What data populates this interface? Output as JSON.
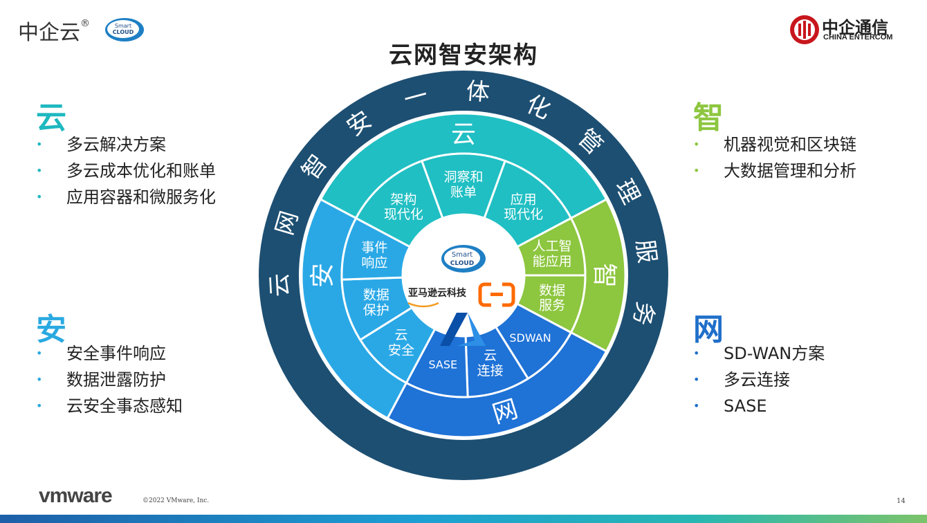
{
  "header": {
    "brand_text": "中企云",
    "brand_reg": "®",
    "smart_logo": {
      "line1": "Smart",
      "line2": "CLOUD"
    },
    "title": "云网智安架构",
    "ce_cn": "中企通信",
    "ce_en": "CHINA ENTERCOM"
  },
  "sections": {
    "cloud": {
      "head": "云",
      "items": [
        "多云解决方案",
        "多云成本优化和账单",
        "应用容器和微服务化"
      ]
    },
    "zhi": {
      "head": "智",
      "items": [
        "机器视觉和区块链",
        "大数据管理和分析"
      ]
    },
    "an": {
      "head": "安",
      "items": [
        "安全事件响应",
        "数据泄露防护",
        "云安全事态感知"
      ]
    },
    "wang": {
      "head": "网",
      "items": [
        "SD-WAN方案",
        "多云连接",
        "SASE"
      ]
    }
  },
  "diagram": {
    "outer_ring_chars": [
      "云",
      "网",
      "智",
      "安",
      "一",
      "体",
      "化",
      "管",
      "理",
      "服",
      "务"
    ],
    "sectors": {
      "cloud": "云",
      "zhi": "智",
      "an": "安",
      "wang": "网"
    },
    "segments": {
      "s1": [
        "架构",
        "现代化"
      ],
      "s2": [
        "洞察和",
        "账单"
      ],
      "s3": [
        "应用",
        "现代化"
      ],
      "s4": [
        "人工智",
        "能应用"
      ],
      "s5": [
        "数据",
        "服务"
      ],
      "s6": [
        "SDWAN"
      ],
      "s7": [
        "云",
        "连接"
      ],
      "s8": [
        "SASE"
      ],
      "s9": [
        "云",
        "安全"
      ],
      "s10": [
        "数据",
        "保护"
      ],
      "s11": [
        "事件",
        "响应"
      ]
    },
    "center": {
      "smart_line1": "Smart",
      "smart_line2": "CLOUD",
      "aws_text": "亚马逊云科技",
      "aliyun_icon": "aliyun-icon",
      "azure_icon": "azure-icon"
    },
    "colors": {
      "outer": "#1d4f72",
      "cloud": "#20bfc3",
      "zhi": "#8dc63f",
      "an": "#2aa8e6",
      "wang": "#1f72d6"
    }
  },
  "footer": {
    "vmware": "vmware",
    "copyright": "©2022 VMware, Inc.",
    "page": "14"
  }
}
